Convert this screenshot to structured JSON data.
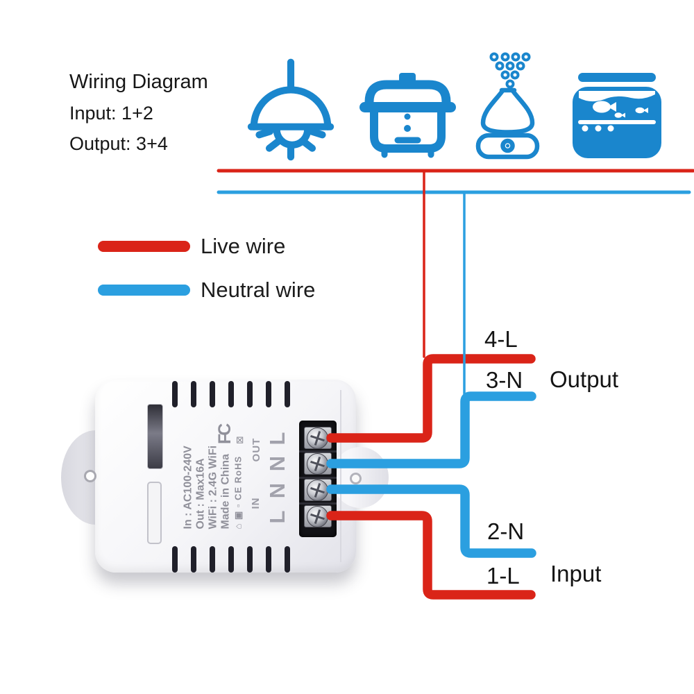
{
  "header": {
    "title": "Wiring Diagram",
    "input_line": "Input: 1+2",
    "output_line": "Output: 3+4"
  },
  "appliances": [
    "pendant-light",
    "rice-cooker",
    "aroma-diffuser",
    "fish-tank"
  ],
  "legend": {
    "live": {
      "label": "Live wire"
    },
    "neutral": {
      "label": "Neutral wire"
    }
  },
  "wires": {
    "out_l": "4-L",
    "out_n": "3-N",
    "out_group": "Output",
    "in_n": "2-N",
    "in_l": "1-L",
    "in_group": "Input"
  },
  "device": {
    "specs": [
      "In : AC100-240V",
      "Out : Max16A",
      "WiFi : 2.4G WiFi",
      "Made in China"
    ],
    "cert_row": "⌂ ▣ ▫ CE RoHS",
    "fcc_mark": "FC",
    "weee_mark": "⊠",
    "out_label": "OUT",
    "in_label": "IN",
    "terminal_letters": [
      "L",
      "N",
      "N",
      "L"
    ]
  },
  "colors": {
    "live_wire": "#da2418",
    "neutral_wire": "#2b9fe0",
    "appliance_icon": "#1a86cd",
    "device_print": "#90909a",
    "text": "#1a1a1a"
  }
}
